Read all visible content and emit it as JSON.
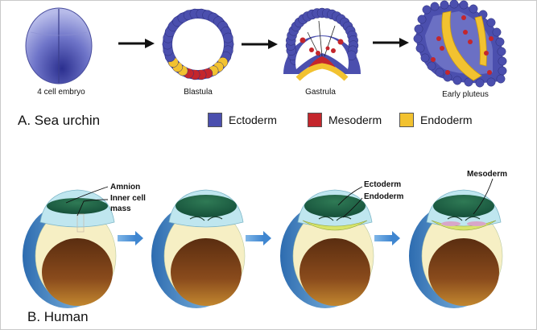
{
  "sea_urchin": {
    "section_label": "A. Sea urchin",
    "stages": [
      "4 cell embryo",
      "Blastula",
      "Gastrula",
      "Early pluteus"
    ],
    "legend": [
      {
        "label": "Ectoderm",
        "color": "#4b4fae"
      },
      {
        "label": "Mesoderm",
        "color": "#c4262c"
      },
      {
        "label": "Endoderm",
        "color": "#f2c230"
      }
    ]
  },
  "human": {
    "section_label": "B. Human",
    "callouts": {
      "amnion": "Amnion",
      "inner_cell_mass_1": "Inner cell",
      "inner_cell_mass_2": "mass",
      "ectoderm": "Ectoderm",
      "endoderm": "Endoderm",
      "mesoderm": "Mesoderm"
    }
  }
}
